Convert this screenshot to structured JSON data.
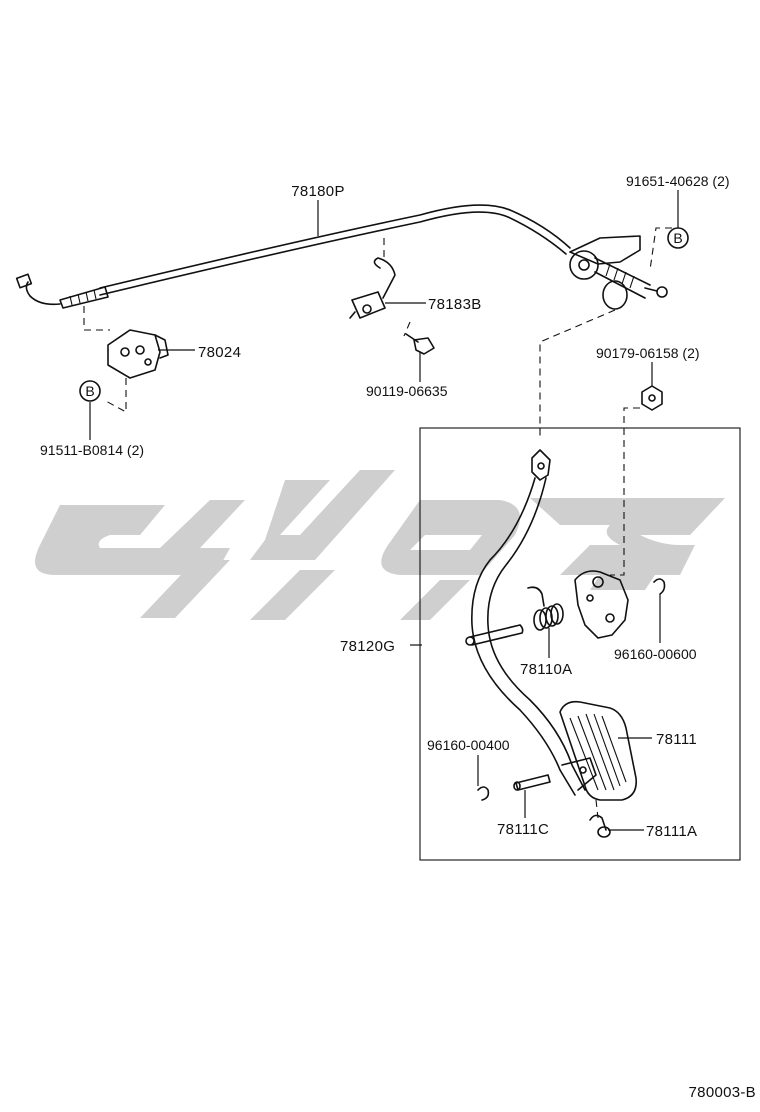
{
  "diagram": {
    "figure_code": "780003-B",
    "parts": {
      "cable": "78180P",
      "cable_clamp": "78183B",
      "cable_bracket": "78024",
      "bolt_lower": "90119-06635",
      "bolt_left": "91511-B0814 (2)",
      "bolt_right": "91651-40628 (2)",
      "nut": "90179-06158 (2)",
      "pedal_lever": "78120G",
      "spring": "78110A",
      "clip_upper": "96160-00600",
      "clip_lower": "96160-00400",
      "pedal_pad": "78111",
      "pin": "78111C",
      "pad_spring": "78111A"
    },
    "marker_left": "B",
    "marker_right": "B"
  },
  "watermark": {
    "color": "#cfcfcf"
  }
}
